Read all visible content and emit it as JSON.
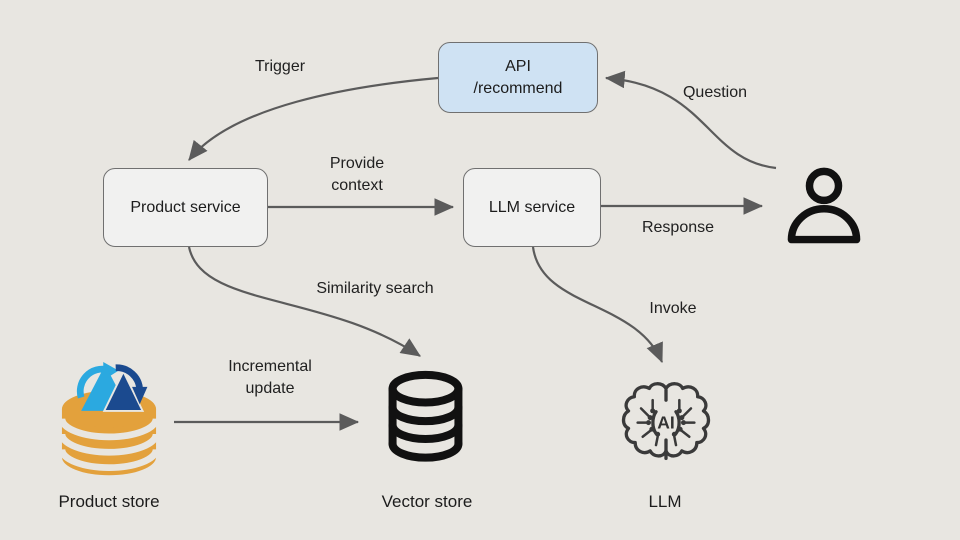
{
  "diagram": {
    "nodes": {
      "api": {
        "line1": "API",
        "line2": "/recommend"
      },
      "product_service": {
        "label": "Product service"
      },
      "llm_service": {
        "label": "LLM service"
      },
      "product_store": {
        "label": "Product store"
      },
      "vector_store": {
        "label": "Vector store"
      },
      "llm": {
        "label": "LLM",
        "ai_text": "AI"
      }
    },
    "edges": {
      "trigger": {
        "label": "Trigger"
      },
      "question": {
        "label": "Question"
      },
      "provide_context": {
        "label": "Provide context"
      },
      "response": {
        "label": "Response"
      },
      "similarity_search": {
        "label": "Similarity search"
      },
      "invoke": {
        "label": "Invoke"
      },
      "incremental_update": {
        "label": "Incremental update"
      }
    },
    "icons": {
      "user": "person-icon",
      "product_store": "database-sync-icon",
      "vector_store": "database-cylinder-icon",
      "llm": "ai-brain-icon"
    },
    "colors": {
      "background": "#e8e6e1",
      "box_fill": "#f1f1f0",
      "api_fill": "#cfe2f3",
      "box_border": "#707070",
      "arrow": "#5b5b5b",
      "store_orange": "#e3a13c",
      "sync_light_blue": "#2ba9e0",
      "sync_dark_blue": "#1b4a8f",
      "icon_black": "#111111",
      "brain_gray": "#3a3a3a"
    }
  }
}
